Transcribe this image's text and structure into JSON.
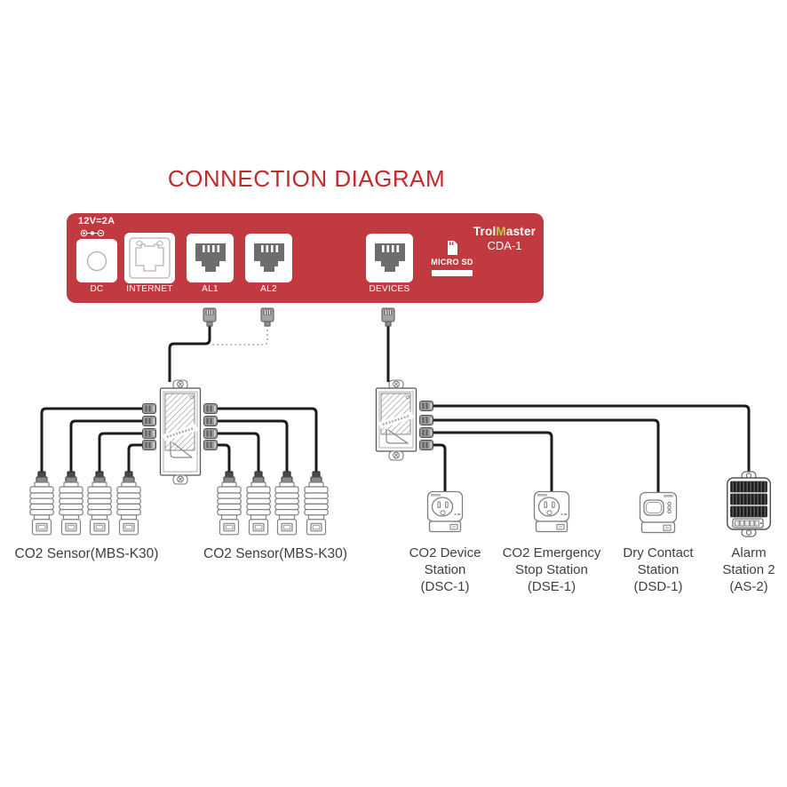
{
  "title": "CONNECTION DIAGRAM",
  "panel": {
    "brand_pre": "Trol",
    "brand_m": "M",
    "brand_post": "aster",
    "model": "CDA-1",
    "power_label": "12V=2A",
    "ports": {
      "dc": "DC",
      "internet": "INTERNET",
      "al1": "AL1",
      "al2": "AL2",
      "devices": "DEVICES",
      "microsd": "MICRO SD"
    }
  },
  "labels": {
    "sensor_left": "CO2 Sensor(MBS-K30)",
    "sensor_right": "CO2 Sensor(MBS-K30)",
    "stations": [
      {
        "lines": [
          "CO2 Device",
          "Station",
          "(DSC-1)"
        ]
      },
      {
        "lines": [
          "CO2 Emergency",
          "Stop Station",
          "(DSE-1)"
        ]
      },
      {
        "lines": [
          "Dry Contact",
          "Station",
          "(DSD-1)"
        ]
      },
      {
        "lines": [
          "Alarm",
          "Station 2",
          "(AS-2)"
        ]
      }
    ]
  },
  "connections": [
    {
      "from": "AL1",
      "to": "splitter-left",
      "style": "solid"
    },
    {
      "from": "AL2",
      "to": "splitter-left",
      "style": "dashed"
    },
    {
      "from": "splitter-left",
      "to": "CO2 Sensor(MBS-K30) x4 left group",
      "style": "solid"
    },
    {
      "from": "splitter-left",
      "to": "CO2 Sensor(MBS-K30) x4 right group",
      "style": "solid"
    },
    {
      "from": "DEVICES",
      "to": "splitter-right",
      "style": "solid"
    },
    {
      "from": "splitter-right",
      "to": "CO2 Device Station (DSC-1)",
      "style": "solid"
    },
    {
      "from": "splitter-right",
      "to": "CO2 Emergency Stop Station (DSE-1)",
      "style": "solid"
    },
    {
      "from": "splitter-right",
      "to": "Dry Contact Station (DSD-1)",
      "style": "solid"
    },
    {
      "from": "splitter-right",
      "to": "Alarm Station 2 (AS-2)",
      "style": "solid"
    }
  ],
  "colors": {
    "panel_red": "#c13a40",
    "title_red": "#c42a2c",
    "brand_m_green": "#b9cc4a",
    "cable_black": "#1c1c1c",
    "dashed_cable_gray": "#a8a8a8",
    "outline_gray": "#828282",
    "label_text": "#3f3f3f"
  }
}
